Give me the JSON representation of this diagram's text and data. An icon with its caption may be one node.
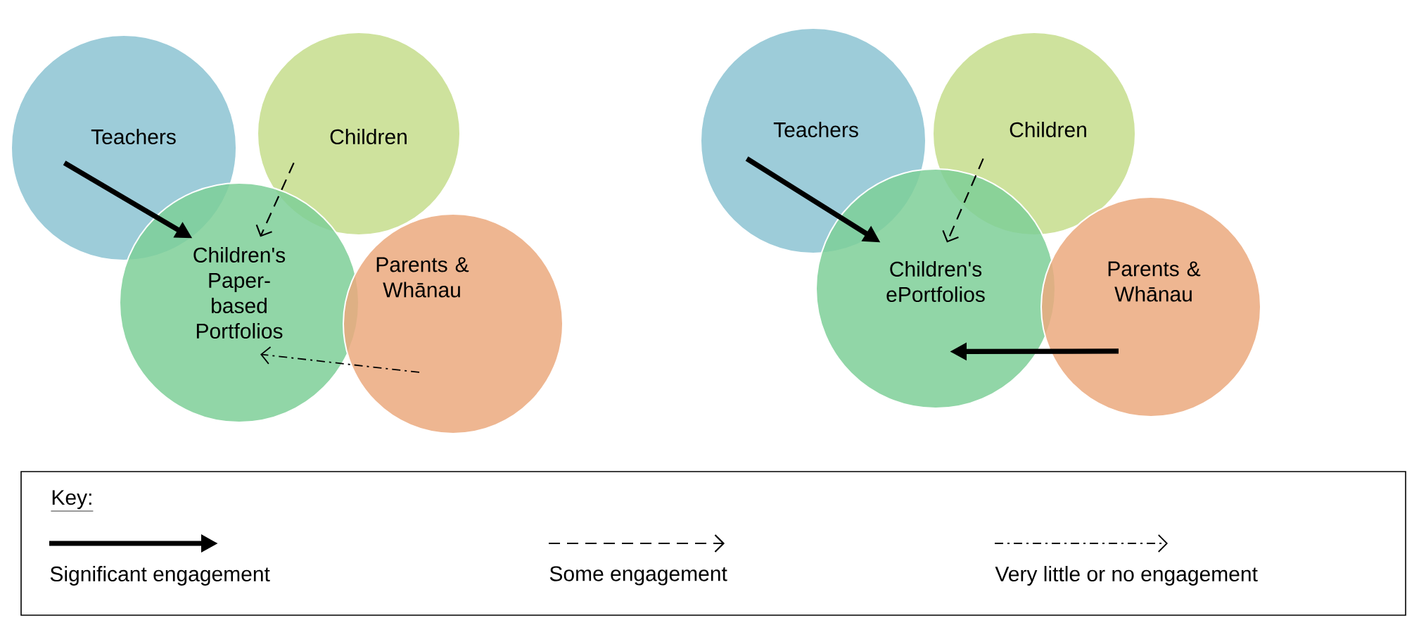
{
  "diagram": {
    "nodes": [
      {
        "text": [
          "Teachers"
        ]
      },
      {
        "text": [
          "Children"
        ]
      },
      {
        "text": [
          "Children's Paper-based Portfolios"
        ]
      },
      {
        "text": [
          "Parents & Whānau"
        ]
      },
      {
        "text": [
          "Teachers"
        ]
      },
      {
        "text": [
          "Children"
        ]
      },
      {
        "text": [
          "Children's ePortfolios"
        ]
      },
      {
        "text": [
          "Parents & Whānau"
        ]
      }
    ],
    "edges": [
      {
        "from": 0,
        "to": 2,
        "arrow": "to",
        "style": "thick"
      },
      {
        "from": 1,
        "to": 2,
        "arrow": "to",
        "style": "dashed"
      },
      {
        "from": 3,
        "to": 2,
        "arrow": "to",
        "style": "dashed"
      },
      {
        "from": 4,
        "to": 6,
        "arrow": "to",
        "style": "thick"
      },
      {
        "from": 5,
        "to": 6,
        "arrow": "to",
        "style": "dashed"
      },
      {
        "from": 7,
        "to": 6,
        "arrow": "to",
        "style": "thick"
      }
    ],
    "labels": [
      "Key:"
    ],
    "legend": [
      {
        "text": "Significant engagement"
      },
      {
        "text": "Some engagement"
      },
      {
        "text": "Very little or no engagement"
      }
    ]
  }
}
